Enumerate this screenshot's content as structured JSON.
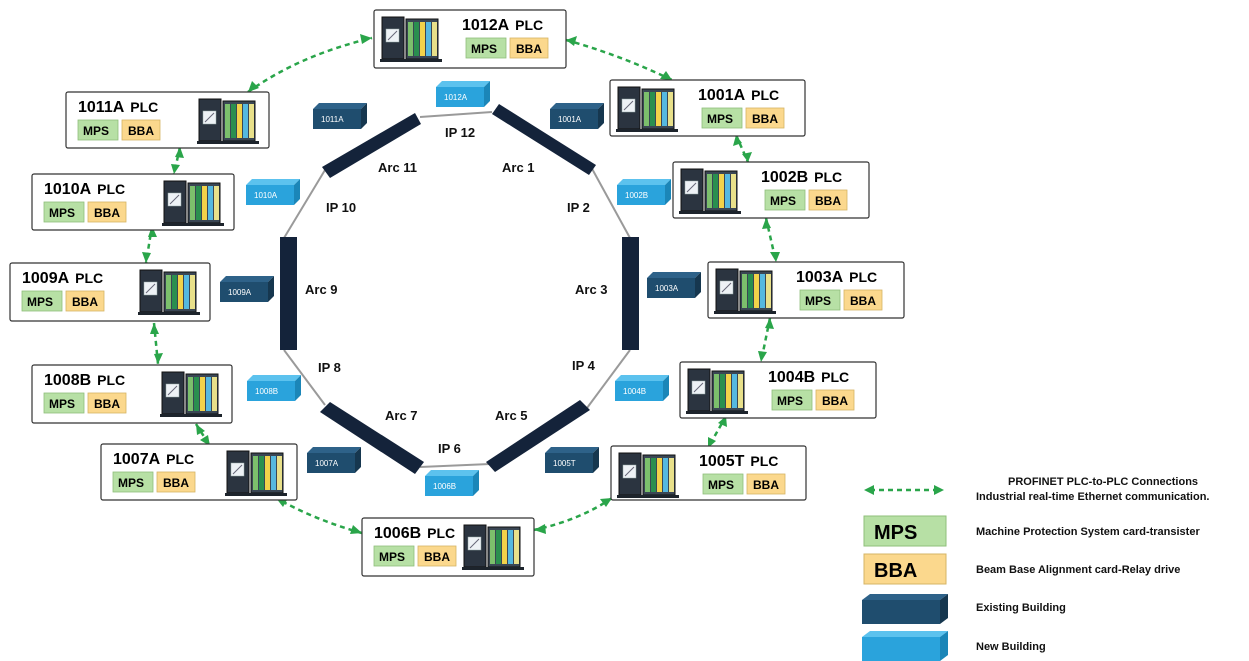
{
  "ips": [
    "IP 12",
    "IP 2",
    "IP 4",
    "IP 6",
    "IP 8",
    "IP 10"
  ],
  "arcs": [
    "Arc 1",
    "Arc 3",
    "Arc 5",
    "Arc 7",
    "Arc 9",
    "Arc 11"
  ],
  "plcs": [
    {
      "id": "1012A",
      "suffix": "PLC",
      "mps": "MPS",
      "bba": "BBA"
    },
    {
      "id": "1001A",
      "suffix": "PLC",
      "mps": "MPS",
      "bba": "BBA"
    },
    {
      "id": "1002B",
      "suffix": "PLC",
      "mps": "MPS",
      "bba": "BBA"
    },
    {
      "id": "1003A",
      "suffix": "PLC",
      "mps": "MPS",
      "bba": "BBA"
    },
    {
      "id": "1004B",
      "suffix": "PLC",
      "mps": "MPS",
      "bba": "BBA"
    },
    {
      "id": "1005T",
      "suffix": "PLC",
      "mps": "MPS",
      "bba": "BBA"
    },
    {
      "id": "1006B",
      "suffix": "PLC",
      "mps": "MPS",
      "bba": "BBA"
    },
    {
      "id": "1007A",
      "suffix": "PLC",
      "mps": "MPS",
      "bba": "BBA"
    },
    {
      "id": "1008B",
      "suffix": "PLC",
      "mps": "MPS",
      "bba": "BBA"
    },
    {
      "id": "1009A",
      "suffix": "PLC",
      "mps": "MPS",
      "bba": "BBA"
    },
    {
      "id": "1010A",
      "suffix": "PLC",
      "mps": "MPS",
      "bba": "BBA"
    },
    {
      "id": "1011A",
      "suffix": "PLC",
      "mps": "MPS",
      "bba": "BBA"
    }
  ],
  "buildings": [
    {
      "label": "1012A",
      "kind": "new"
    },
    {
      "label": "1001A",
      "kind": "existing"
    },
    {
      "label": "1002B",
      "kind": "new"
    },
    {
      "label": "1003A",
      "kind": "existing"
    },
    {
      "label": "1004B",
      "kind": "new"
    },
    {
      "label": "1005T",
      "kind": "existing"
    },
    {
      "label": "1006B",
      "kind": "new"
    },
    {
      "label": "1007A",
      "kind": "existing"
    },
    {
      "label": "1008B",
      "kind": "new"
    },
    {
      "label": "1009A",
      "kind": "existing"
    },
    {
      "label": "1010A",
      "kind": "new"
    },
    {
      "label": "1011A",
      "kind": "existing"
    }
  ],
  "legend": {
    "profinet_line1": "PROFINET PLC-to-PLC Connections",
    "profinet_line2": "Industrial real-time Ethernet communication.",
    "mps_card": "MPS",
    "mps_desc": "Machine Protection System card-transister",
    "bba_card": "BBA",
    "bba_desc": "Beam Base Alignment card-Relay drive",
    "existing_desc": "Existing Building",
    "new_desc": "New Building"
  },
  "colors": {
    "arc": "#14233a",
    "existing_building": "#1f4d6e",
    "new_building": "#2aa3dc",
    "mps": "#b7e0a5",
    "bba": "#fbd88d",
    "profinet": "#2aa54a",
    "ring_line": "#9a9a9a"
  }
}
